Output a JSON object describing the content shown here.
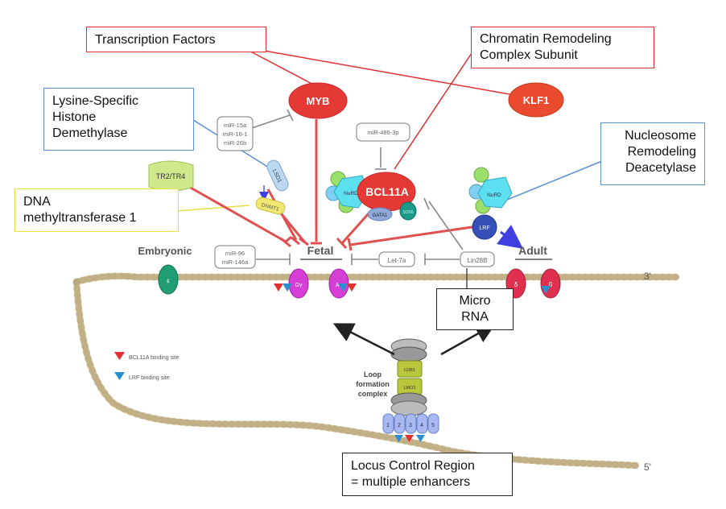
{
  "callouts": {
    "transcription_factors": "Transcription Factors",
    "chromatin_remodeling_line1": "Chromatin Remodeling",
    "chromatin_remodeling_line2": "Complex Subunit",
    "lsd_line1": "Lysine-Specific",
    "lsd_line2": "Histone",
    "lsd_line3": "Demethylase",
    "dnmt_line1": "DNA",
    "dnmt_line2": "methyltransferase 1",
    "nurd_line1": "Nucleosome",
    "nurd_line2": "Remodeling",
    "nurd_line3": "Deacetylase",
    "microrna_line1": "Micro",
    "microrna_line2": "RNA",
    "lcr_line1": "Locus Control Region",
    "lcr_line2": "= multiple enhancers"
  },
  "nodes": {
    "myb": "MYB",
    "klf1": "KLF1",
    "bcl11a": "BCL11A",
    "tr2_tr4": "TR2/TR4",
    "lsd1": "LSD1",
    "dnmt1": "DNMT1",
    "nurd_left": "NuRD",
    "nurd_right": "NuRD",
    "gata1": "GATA1",
    "sox6": "SOX6",
    "lrf": "LRF",
    "mir_15a": "miR-15a",
    "mir_16_1": "miR-16-1",
    "mir_26b": "miR-26b",
    "mir_486": "miR-486-3p",
    "mir_96": "miR-96",
    "mir_146a": "miR-146a",
    "let7a": "Let-7a",
    "lin28b": "Lin28B",
    "ldb1": "LDB1",
    "lmo2": "LMO2"
  },
  "stages": {
    "embryonic": "Embryonic",
    "fetal": "Fetal",
    "adult": "Adult"
  },
  "genes": {
    "epsilon": "ε",
    "g_gamma": "Gγ",
    "a_gamma": "Aγ",
    "delta": "δ",
    "beta": "β"
  },
  "dna_ends": {
    "three_prime": "3'",
    "five_prime": "5'"
  },
  "lcr_sites": [
    "1",
    "2",
    "3",
    "4",
    "5"
  ],
  "loop_label_line1": "Loop",
  "loop_label_line2": "formation",
  "loop_label_line3": "complex",
  "legend": {
    "bcl11a_site": "BCL11A binding site",
    "lrf_site": "LRF binding site"
  },
  "colors": {
    "red_accent": "#e03030",
    "blue_accent": "#5b8fd6",
    "yellow_accent": "#e8e040",
    "dna_bead": "#d8c9a0",
    "globin_magenta": "#d63fd6",
    "globin_red": "#e03050",
    "globin_green": "#1e9e72"
  }
}
